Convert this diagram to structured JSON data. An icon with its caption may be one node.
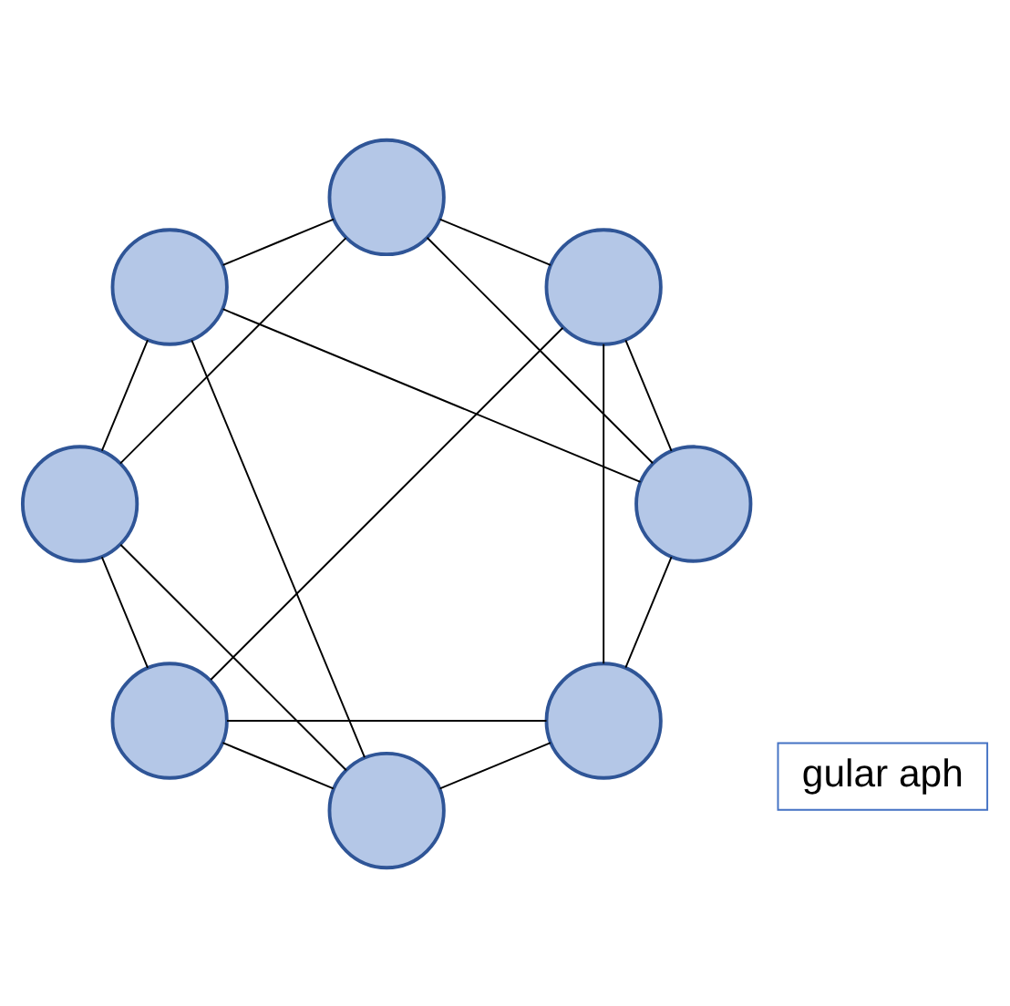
{
  "diagram": {
    "nodes": [
      {
        "text": [
          "gular aph"
        ]
      },
      {
        "text": [],
        "shape": "circle"
      },
      {
        "text": [],
        "shape": "circle"
      },
      {
        "text": [],
        "shape": "circle"
      },
      {
        "text": [],
        "shape": "circle"
      },
      {
        "text": [],
        "shape": "circle"
      },
      {
        "text": [],
        "shape": "circle"
      },
      {
        "text": [],
        "shape": "circle"
      },
      {
        "text": [],
        "shape": "circle"
      }
    ],
    "edges": [
      {
        "from": 1,
        "to": 2,
        "arrow": "none"
      },
      {
        "from": 1,
        "to": 3,
        "arrow": "none"
      },
      {
        "from": 1,
        "to": 4,
        "arrow": "none"
      },
      {
        "from": 1,
        "to": 5,
        "arrow": "none"
      },
      {
        "from": 2,
        "to": 3,
        "arrow": "none"
      },
      {
        "from": 2,
        "to": 4,
        "arrow": "none"
      },
      {
        "from": 2,
        "to": 6,
        "arrow": "none"
      },
      {
        "from": 3,
        "to": 5,
        "arrow": "none"
      },
      {
        "from": 3,
        "to": 7,
        "arrow": "none"
      },
      {
        "from": 4,
        "to": 6,
        "arrow": "none"
      },
      {
        "from": 4,
        "to": 8,
        "arrow": "none"
      },
      {
        "from": 5,
        "to": 7,
        "arrow": "none"
      },
      {
        "from": 5,
        "to": 8,
        "arrow": "none"
      },
      {
        "from": 6,
        "to": 7,
        "arrow": "none"
      },
      {
        "from": 6,
        "to": 8,
        "arrow": "none"
      },
      {
        "from": 7,
        "to": 8,
        "arrow": "none"
      }
    ]
  }
}
